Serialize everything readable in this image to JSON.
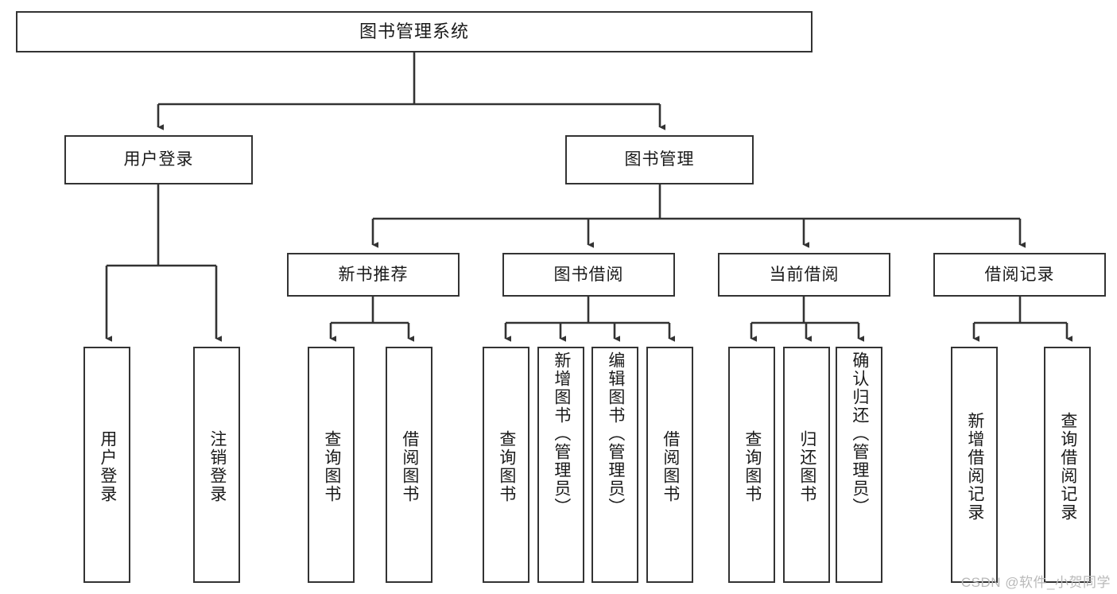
{
  "diagram": {
    "type": "tree-hierarchy",
    "title": "图书管理系统",
    "watermark": "CSDN @软件_小贺同学",
    "colors": {
      "box_border": "#333333",
      "box_fill": "#ffffff",
      "connector": "#333333",
      "text": "#1a1a1a",
      "watermark": "#b9b9b9",
      "background": "#ffffff"
    },
    "nodes": {
      "root": {
        "label": "图书管理系统"
      },
      "level2": [
        {
          "id": "user-login",
          "label": "用户登录"
        },
        {
          "id": "book-manage",
          "label": "图书管理"
        }
      ],
      "level3": [
        {
          "id": "new-book-recommend",
          "label": "新书推荐"
        },
        {
          "id": "book-borrow",
          "label": "图书借阅"
        },
        {
          "id": "current-borrow",
          "label": "当前借阅"
        },
        {
          "id": "borrow-record",
          "label": "借阅记录"
        }
      ],
      "leaves": {
        "user_login": [
          {
            "id": "leaf-user-login",
            "label": "用户登录"
          },
          {
            "id": "leaf-logout",
            "label": "注销登录"
          }
        ],
        "new_book_recommend": [
          {
            "id": "leaf-query-book-1",
            "label": "查询图书"
          },
          {
            "id": "leaf-borrow-book-1",
            "label": "借阅图书"
          }
        ],
        "book_borrow": [
          {
            "id": "leaf-query-book-2",
            "label": "查询图书"
          },
          {
            "id": "leaf-add-book",
            "label": "新增图书（管理员）"
          },
          {
            "id": "leaf-edit-book",
            "label": "编辑图书（管理员）"
          },
          {
            "id": "leaf-borrow-book-2",
            "label": "借阅图书"
          }
        ],
        "current_borrow": [
          {
            "id": "leaf-query-book-3",
            "label": "查询图书"
          },
          {
            "id": "leaf-return-book",
            "label": "归还图书"
          },
          {
            "id": "leaf-confirm-return",
            "label": "确认归还（管理员）"
          }
        ],
        "borrow_record": [
          {
            "id": "leaf-add-record",
            "label": "新增借阅记录"
          },
          {
            "id": "leaf-query-record",
            "label": "查询借阅记录"
          }
        ]
      }
    }
  }
}
